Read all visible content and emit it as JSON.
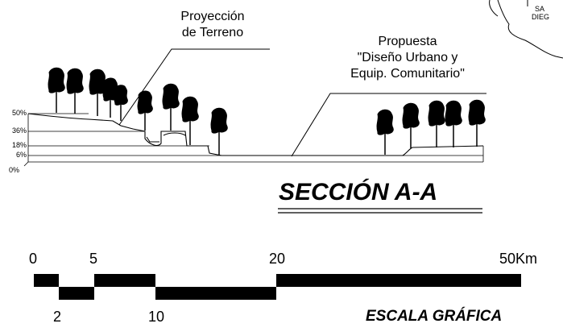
{
  "annotations": {
    "terrain": [
      "Proyección",
      "de Terreno"
    ],
    "proposal": [
      "Propuesta",
      "\"Diseño Urbano y",
      "Equip. Comunitario\""
    ]
  },
  "slope_labels": [
    "50%",
    "36%",
    "18%",
    "6%",
    "0%"
  ],
  "section_title": "SECCIÓN A-A",
  "scale": {
    "ticks_top": [
      "0",
      "5",
      "20",
      "50Km"
    ],
    "ticks_bottom": [
      "2",
      "10"
    ],
    "title": "ESCALA GRÁFICA"
  },
  "map_inset": {
    "text_lines": [
      "SA",
      "DIEG"
    ]
  },
  "colors": {
    "ink": "#000000",
    "background": "#ffffff"
  }
}
